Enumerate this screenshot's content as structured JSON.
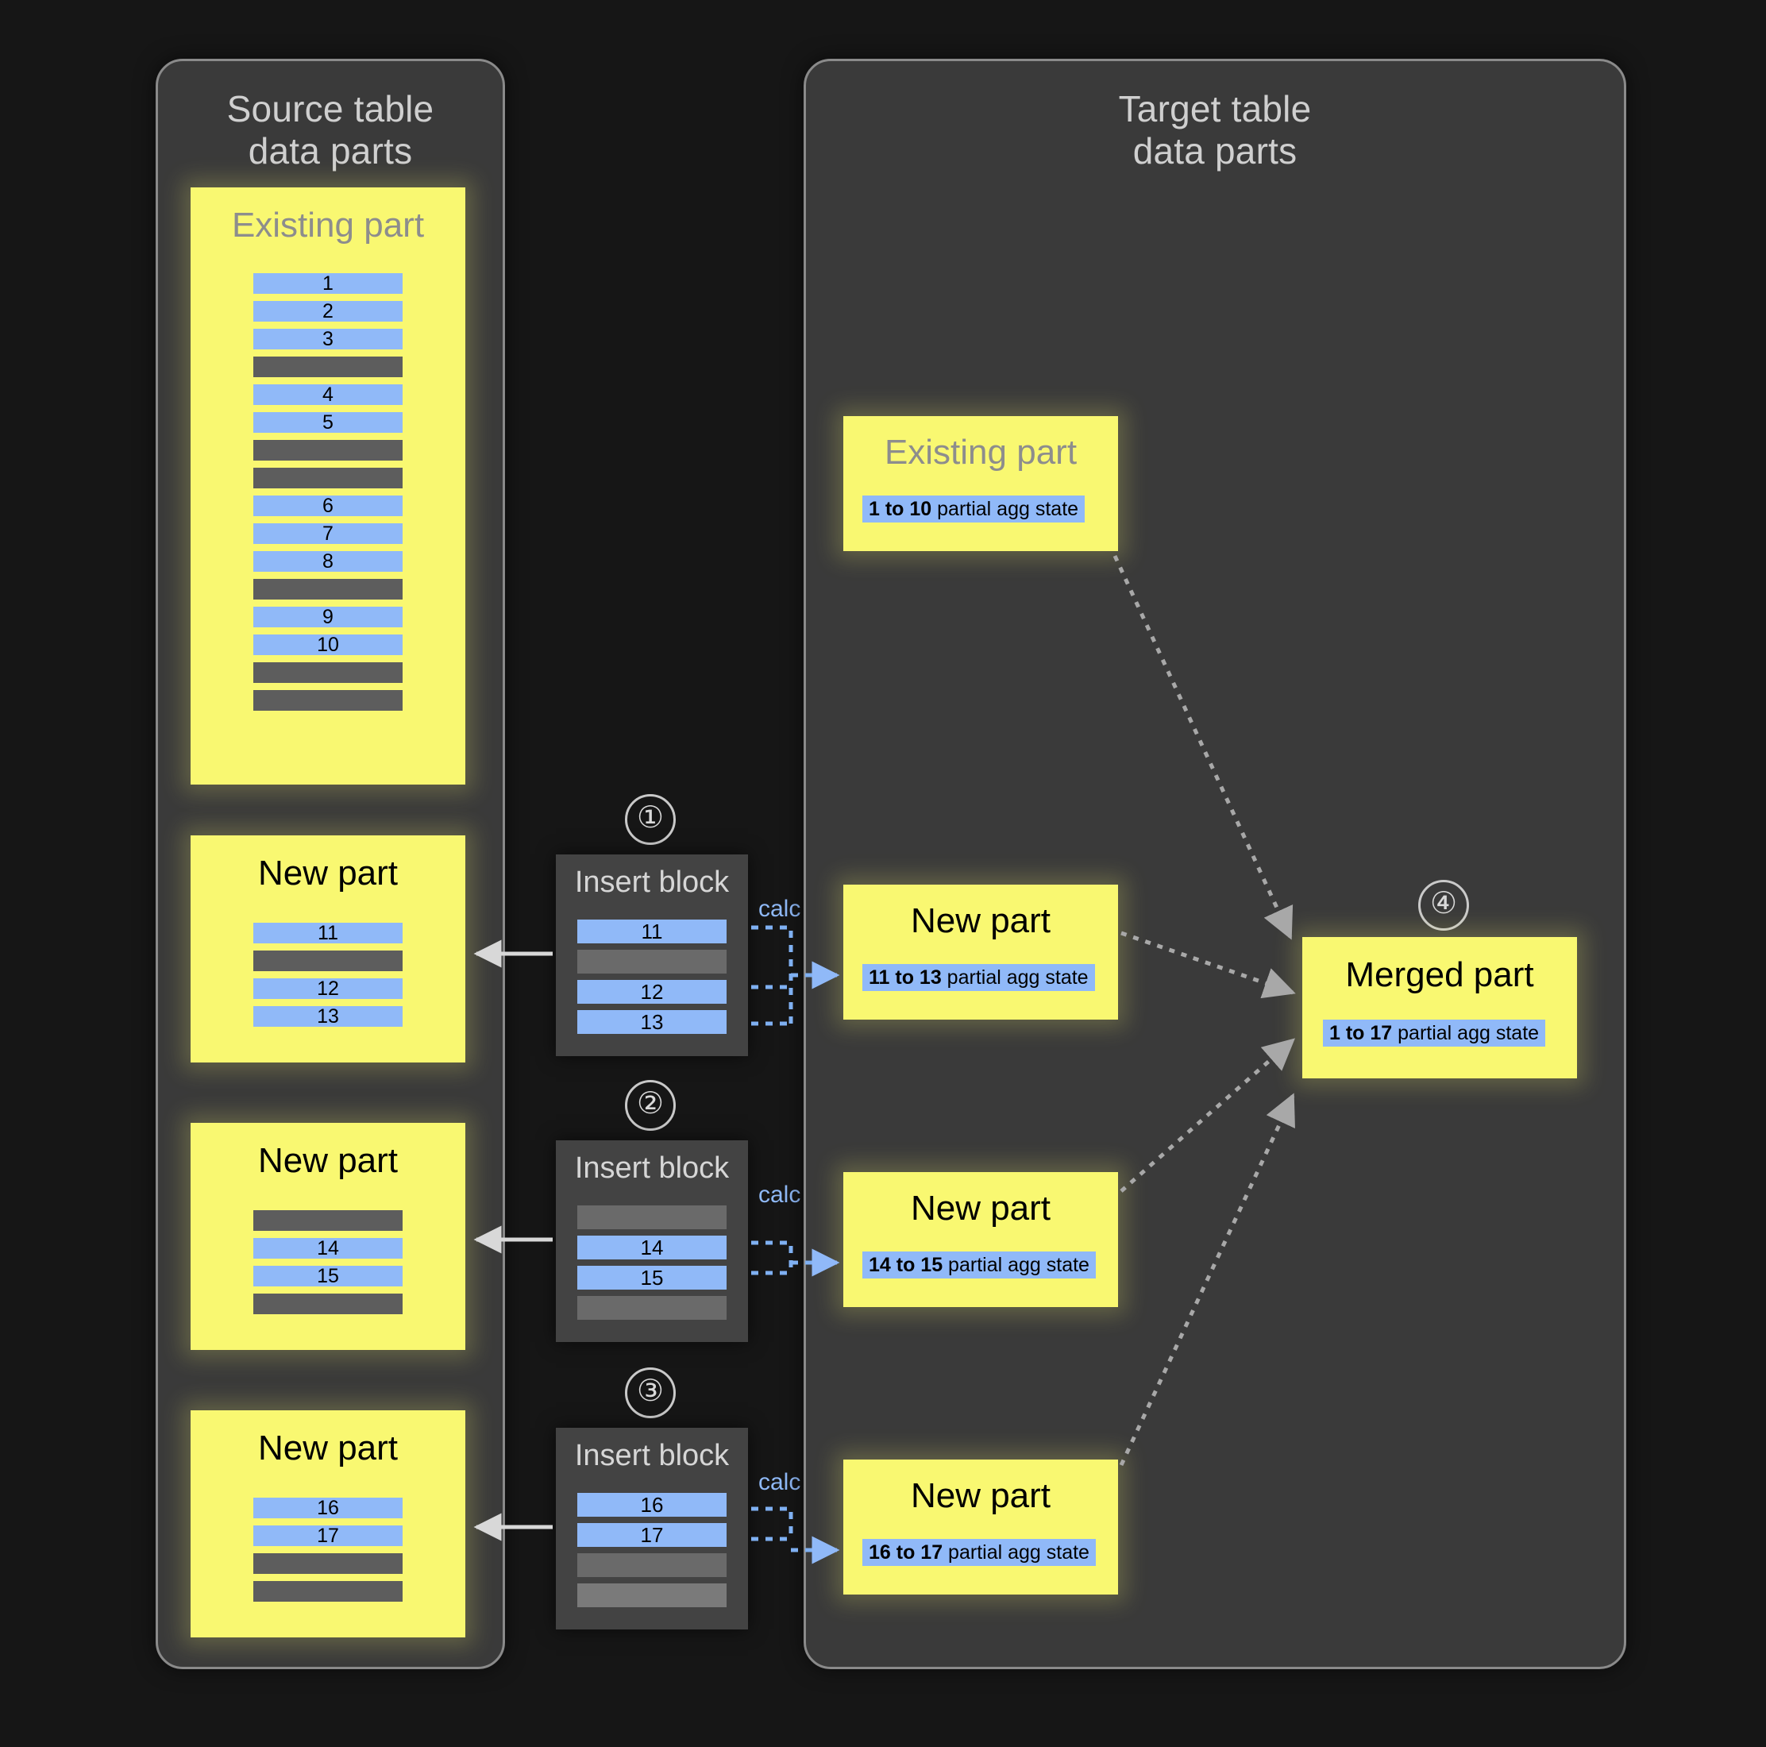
{
  "source_panel": {
    "title": "Source table\ndata parts",
    "parts": [
      {
        "name": "source-existing-part",
        "title": "Existing part",
        "muted": true,
        "rows": [
          "1",
          "2",
          "3",
          "",
          "4",
          "5",
          "",
          "",
          "6",
          "7",
          "8",
          "",
          "9",
          "10",
          "",
          ""
        ]
      },
      {
        "name": "source-new-part-1",
        "title": "New part",
        "muted": false,
        "rows": [
          "11",
          "",
          "12",
          "13"
        ]
      },
      {
        "name": "source-new-part-2",
        "title": "New part",
        "muted": false,
        "rows": [
          "",
          "14",
          "15",
          ""
        ]
      },
      {
        "name": "source-new-part-3",
        "title": "New part",
        "muted": false,
        "rows": [
          "16",
          "17",
          "",
          ""
        ]
      }
    ]
  },
  "insert_blocks": [
    {
      "step": "①",
      "title": "Insert block",
      "calc_label": "calc",
      "rows": [
        "11",
        "",
        "12",
        "13"
      ]
    },
    {
      "step": "②",
      "title": "Insert block",
      "calc_label": "calc",
      "rows": [
        "",
        "14",
        "15",
        ""
      ]
    },
    {
      "step": "③",
      "title": "Insert block",
      "calc_label": "calc",
      "rows": [
        "16",
        "17",
        "",
        ""
      ]
    }
  ],
  "target_panel": {
    "title": "Target table\ndata parts",
    "parts": [
      {
        "name": "target-existing-part",
        "title": "Existing part",
        "muted": true,
        "agg_range": "1 to 10",
        "agg_suffix": " partial agg state"
      },
      {
        "name": "target-new-part-1",
        "title": "New part",
        "muted": false,
        "agg_range": "11 to 13",
        "agg_suffix": " partial agg state"
      },
      {
        "name": "target-new-part-2",
        "title": "New part",
        "muted": false,
        "agg_range": "14 to 15",
        "agg_suffix": " partial agg state"
      },
      {
        "name": "target-new-part-3",
        "title": "New part",
        "muted": false,
        "agg_range": "16 to 17",
        "agg_suffix": " partial agg state"
      }
    ],
    "merged": {
      "step": "④",
      "title": "Merged part",
      "agg_range": "1 to 17",
      "agg_suffix": " partial agg state"
    }
  },
  "colors": {
    "background": "#161616",
    "panel": "#3a3a3a",
    "panel_border": "#8a8a8a",
    "part_yellow": "#f9f871",
    "row_blue": "#90b9f8",
    "row_empty": "#5d5d5d",
    "insert_block": "#434343",
    "accent_blue": "#8fb9f7",
    "muted_text": "#8d8d8d",
    "arrow_gray": "#a8a8a8"
  }
}
